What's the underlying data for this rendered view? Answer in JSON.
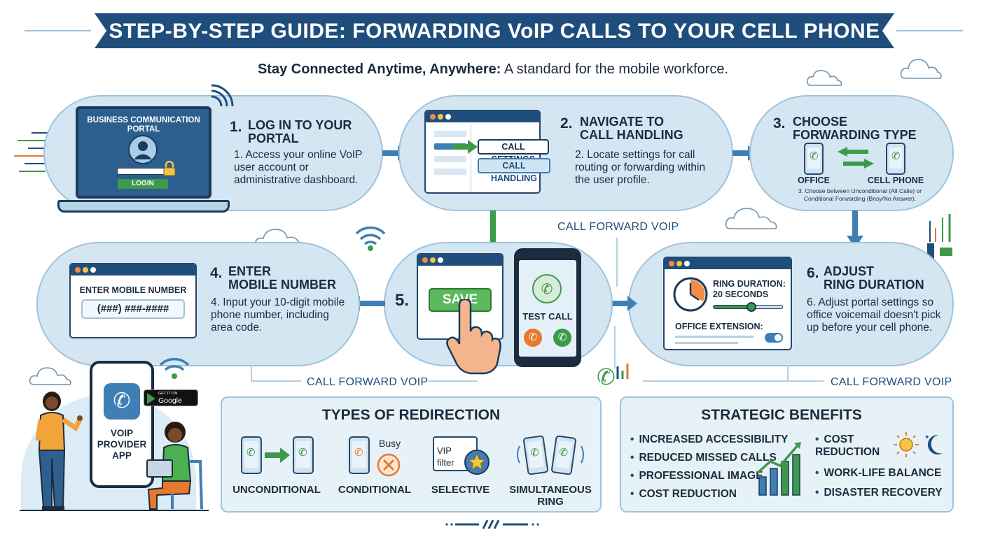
{
  "header": {
    "title": "STEP-BY-STEP GUIDE: FORWARDING VoIP CALLS TO YOUR CELL PHONE",
    "subtitle_bold": "Stay Connected Anytime, Anywhere:",
    "subtitle_rest": " A standard for the mobile workforce."
  },
  "step1": {
    "num": "1.",
    "title": "LOG IN TO YOUR\nPORTAL",
    "desc": "1.  Access your online VoIP user account or administrative dashboard.",
    "portal_title": "BUSINESS COMMUNICATION PORTAL",
    "login_label": "LOGIN"
  },
  "step2": {
    "num": "2.",
    "title": "NAVIGATE TO\nCALL HANDLING",
    "desc": "2.  Locate settings for call routing or forwarding within the user profile.",
    "menu_call_settings": "CALL SETTINGS",
    "menu_call_handling": "CALL HANDLING"
  },
  "step3": {
    "num": "3.",
    "title": "CHOOSE\nFORWARDING TYPE",
    "office_label": "OFFICE",
    "cell_label": "CELL PHONE",
    "desc": "3. Choose between Unconditional (All Calie) or Conditional Forwarding (Bnsy/No Answer)."
  },
  "step4": {
    "num": "4.",
    "title": "ENTER\nMOBILE NUMBER",
    "desc": "4.  Input your 10-digit mobile phone number, including area code.",
    "field_label": "ENTER MOBILE NUMBER",
    "field_value": "(###) ###-####"
  },
  "step5": {
    "num": "5.",
    "save_label": "SAVE",
    "test_call_label": "TEST CALL"
  },
  "step6": {
    "num": "6.",
    "title": "ADJUST\nRING DURATION",
    "desc": "6.  Adjust portal settings so office voicemail doesn't pick up before your cell phone.",
    "ring_label_1": "RING DURATION:",
    "ring_label_2": "20 SECONDS",
    "ring_level": 0.55,
    "extension_label": "OFFICE EXTENSION:",
    "extension_toggle_on": true
  },
  "connector_labels": {
    "top": "CALL FORWARD VOIP",
    "mid_left": "CALL FORWARD VOIP",
    "mid_right": "CALL FORWARD VOIP"
  },
  "app": {
    "name": "VOIP\nPROVIDER\nAPP",
    "store_small": "GET IT ON",
    "store": "Google Play"
  },
  "redirection": {
    "title": "TYPES OF REDIRECTION",
    "types": [
      {
        "label": "UNCONDITIONAL"
      },
      {
        "label": "CONDITIONAL",
        "note": "Busy"
      },
      {
        "label": "SELECTIVE",
        "note": "VIP\nfilter"
      },
      {
        "label": "SIMULTANEOUS\nRING"
      }
    ]
  },
  "benefits": {
    "title": "STRATEGIC BENEFITS",
    "left": [
      "INCREASED ACCESSIBILITY",
      "REDUCED MISSED CALLS",
      "PROFESSIONAL IMAGE",
      "COST REDUCTION"
    ],
    "right": [
      "COST\nREDUCTION",
      "WORK-LIFE BALANCE",
      "DISASTER RECOVERY"
    ]
  },
  "colors": {
    "navy": "#1f4e7c",
    "panel": "#d3e6f2",
    "green": "#3c9a48",
    "orange": "#e8782c"
  }
}
